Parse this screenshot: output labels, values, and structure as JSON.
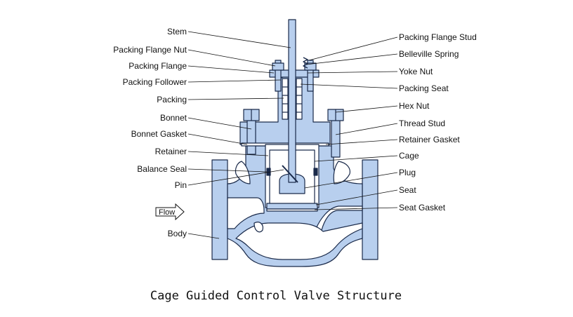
{
  "diagram": {
    "caption": "Cage Guided Control Valve Structure",
    "flow_label": "Flow",
    "colors": {
      "body_fill": "#b8cfee",
      "outline": "#1a2a4a",
      "background": "#ffffff"
    },
    "left_labels": [
      "Stem",
      "Packing Flange Nut",
      "Packing Flange",
      "Packing Follower",
      "Packing",
      "Bonnet",
      "Bonnet Gasket",
      "Retainer",
      "Balance Seal",
      "Pin",
      "Body"
    ],
    "right_labels": [
      "Packing Flange Stud",
      "Belleville Spring",
      "Yoke Nut",
      "Packing Seat",
      "Hex Nut",
      "Thread Stud",
      "Retainer Gasket",
      "Cage",
      "Plug",
      "Seat",
      "Seat Gasket"
    ]
  }
}
